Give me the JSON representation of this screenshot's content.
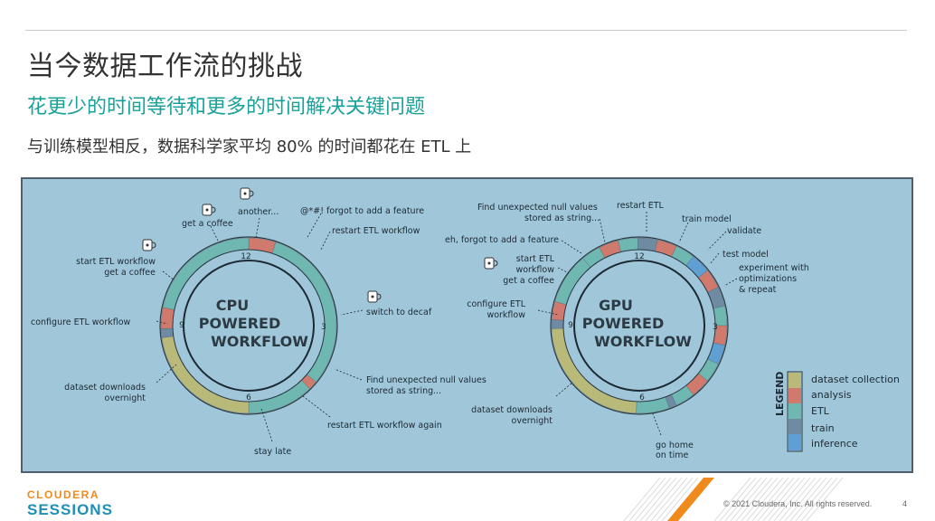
{
  "slide": {
    "title": "当今数据工作流的挑战",
    "subtitle": "花更少的时间等待和更多的时间解决关键问题",
    "body": "与训练模型相反，数据科学家平均 80% 的时间都花在 ETL 上"
  },
  "colors": {
    "accent": "#1aa19a",
    "dataset_collection": "#b9b97a",
    "analysis": "#cf7a6c",
    "etl": "#6fb7b1",
    "train": "#6f8aa3",
    "inference": "#5f9fd3",
    "panel_bg": "#9fc6d9"
  },
  "figure": {
    "cpu": {
      "core_lines": [
        "CPU",
        "POWERED",
        "WORKFLOW"
      ],
      "clock": {
        "n12": "12",
        "n3": "3",
        "n6": "6",
        "n9": "9"
      },
      "annotations": {
        "get_coffee": "get a coffee",
        "another": "another...",
        "forgot": "@*#! forgot to add a feature",
        "restart_etl": "restart ETL workflow",
        "start_etl_1": "start ETL workflow",
        "start_etl_2": "get a coffee",
        "configure_etl": "configure ETL workflow",
        "switch_decaf": "switch to decaf",
        "dataset_dl_1": "dataset downloads",
        "dataset_dl_2": "overnight",
        "null_values_1": "Find unexpected null values",
        "null_values_2": "stored as string...",
        "restart_again": "restart ETL workflow again",
        "stay_late": "stay late"
      }
    },
    "gpu": {
      "core_lines": [
        "GPU",
        "POWERED",
        "WORKFLOW"
      ],
      "clock": {
        "n12": "12",
        "n3": "3",
        "n6": "6",
        "n9": "9"
      },
      "annotations": {
        "null_values_1": "Find unexpected null values",
        "null_values_2": "stored as string...",
        "restart_etl": "restart ETL",
        "train_model": "train model",
        "validate": "validate",
        "forgot": "eh, forgot to add a feature",
        "test_model": "test model",
        "start_etl_1": "start ETL",
        "start_etl_2": "workflow",
        "start_etl_3": "get a coffee",
        "experiment_1": "experiment with",
        "experiment_2": "optimizations",
        "experiment_3": "& repeat",
        "configure_etl_1": "configure ETL",
        "configure_etl_2": "workflow",
        "dataset_dl_1": "dataset downloads",
        "dataset_dl_2": "overnight",
        "go_home_1": "go home",
        "go_home_2": "on time"
      }
    },
    "legend": {
      "title": "LEGEND",
      "items": [
        "dataset collection",
        "analysis",
        "ETL",
        "train",
        "inference"
      ]
    }
  },
  "footer": {
    "logo_top": "CLOUDERA",
    "logo_bottom": "SESSIONS",
    "copyright": "© 2021 Cloudera, Inc. All rights reserved.",
    "page_number": "4"
  }
}
